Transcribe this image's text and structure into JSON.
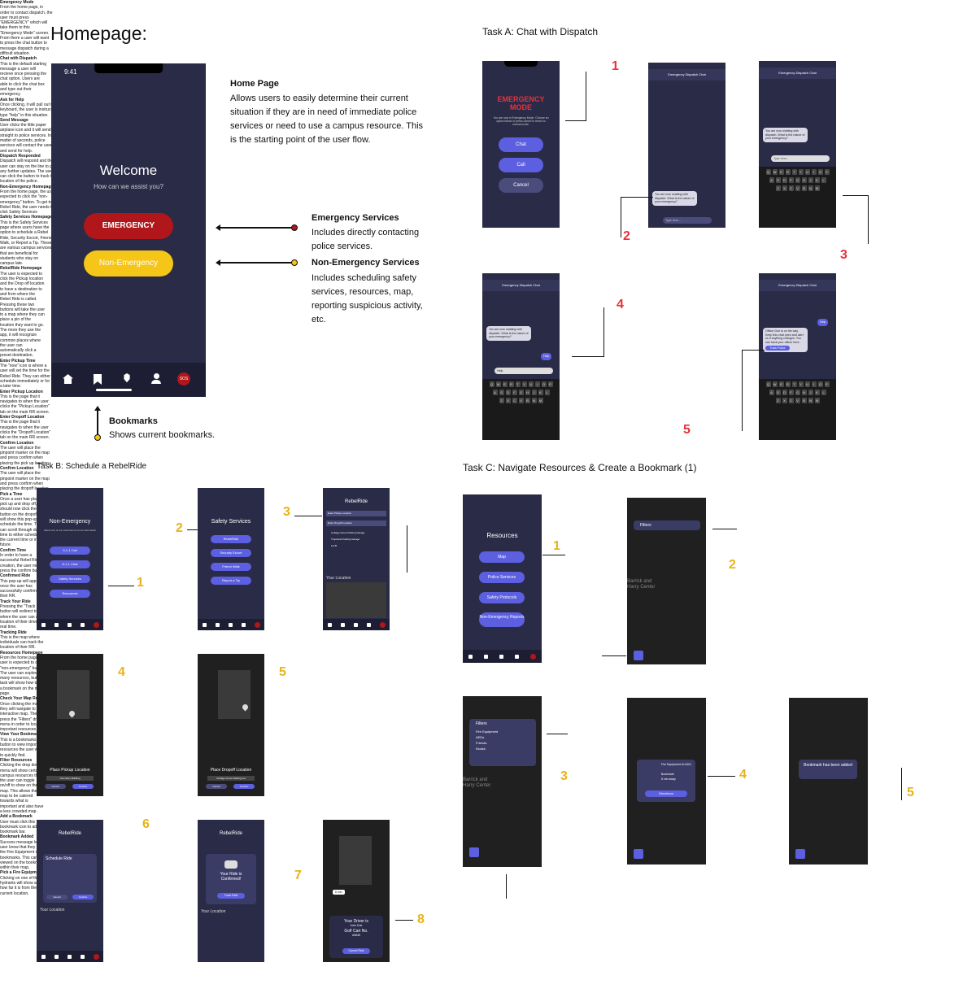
{
  "homepage": {
    "title": "Homepage:",
    "time": "9:41",
    "welcome": "Welcome",
    "subtitle": "How can we assist you?",
    "emergency_btn": "EMERGENCY",
    "nonemergency_btn": "Non-Emergency",
    "sos": "SOS",
    "desc_title": "Home Page",
    "desc_text": "Allows users to easily determine their current situation if they are in need of immediate police services or need to use a campus resource. This is the starting point of the user flow.",
    "em_title": "Emergency Services",
    "em_text": "Includes directly contacting police services.",
    "nem_title": "Non-Emergency Services",
    "nem_text": "Includes scheduling safety services, resources, map, reporting suspicious activity, etc.",
    "bm_title": "Bookmarks",
    "bm_text": "Shows current bookmarks.",
    "colors": {
      "emergency": "#b0161a",
      "nonemergency": "#f5c518",
      "phone": "#2a2b47"
    }
  },
  "taskA": {
    "title": "Task A: Chat with Dispatch",
    "emergency_mode": "EMERGENCY MODE",
    "mode_text": "You are now in Emergency Mode. Choose an option below or press cancel to return to normal mode.",
    "chat": "Chat",
    "call": "Call",
    "cancel": "Cancel",
    "header": "Emergency Dispatch Chat",
    "msg1": "You are now chatting with dispatch. What is the nature of your emergency?",
    "type_here": "Type here...",
    "help": "Help",
    "reply": "Officer Doe is on the way. Keep this chat open and alert us if anything changes. You can track your officer here:",
    "track": "Track Police",
    "n1": "1",
    "a1_title": "Emergency Mode",
    "a1_text": "From the home page, in order to contact dispatch, the user must press \"EMERGENCY\" which will take them to this \"Emergency Mode\" screen. From there a user will want to press the chat button to message dispatch during a difficult situation.",
    "n2": "2",
    "a2_title": "Chat with Dispatch",
    "a2_text": "This is the default starting message a user will recieve once pressing the chat option. Users are able to click the chat box and type out their emergency.",
    "n3": "3",
    "a3_title": "Ask for Help",
    "a3_text": "Once clicking, it will pull out the keyboard, the user is instructed to type \"help\" in this situation.",
    "n4": "4",
    "a4_title": "Send Message",
    "a4_text": "User clicks the little paper airplane icon and it will send straight to police services. In the matter of seconds, police services will contact the user and send for help.",
    "n5": "5",
    "a5_title": "Dispatch Responded",
    "a5_text": "Dispatch will respond and the user can stay on the line to give any further updates. The user can click the button to track the location of the police."
  },
  "taskB": {
    "title": "Task B: Schedule a RebelRide",
    "nonemergency": "Non-Emergency",
    "ne_sub": "Select one of our resources for more information",
    "b1": "9-1-1 Call",
    "b2": "8-1-1 Chat",
    "b3": "Safety Services",
    "b4": "Resources",
    "safety": "Safety Services",
    "s1": "RebelRide",
    "s2": "Security Escort",
    "s3": "Friend Walk",
    "s4": "Report a Tip",
    "rebelride": "RebelRide",
    "pickup_field": "Enter Pickup Location",
    "dropoff_field": "Enter Dropoff Location",
    "now": "Now",
    "opt1": "Cottage Grove Parking Garage",
    "opt2": "Tropicana Parking Garage",
    "opt3": "Lot B",
    "your_location": "Your Location",
    "place_pickup": "Place Pickup Location",
    "place_dropoff": "Place Dropoff Location",
    "chem": "Chemistry Building",
    "cottage": "Cottage Grove Parking Lot",
    "cancel": "Cancel",
    "confirm": "Confirm",
    "schedule": "Schedule Ride",
    "confirmed": "Your Ride is Confirmed!",
    "track_ride": "Track Ride",
    "driver": "Your Driver is",
    "driver_name": "John Doe",
    "golf": "Golf Cart No.",
    "golf_no": "#0845",
    "cancel_ride": "Cancel Ride",
    "eta": "6 min",
    "n1": "1",
    "b1_title": "Non-Emergency Homepage",
    "b1_text": "From the home page, the user is expected to click the \"non-emergency\" button. To get to Rebel Ride, the user needs to click Safety Services",
    "n2": "2",
    "b2_title": "Safety Services Homepage",
    "b2_text": "This is the Safety Services page where users have the option to schedule a Rebel Ride, Security Escort, Friend Walk, or Report a Tip. These are various campus services that are beneficial for students who stay on campus late.",
    "n3": "3",
    "b3_title": "RebelRide Homepage",
    "b3_text": "The user is expected to click the Pickup location and the Drop off location to have a destination to and from where the Rebel Ride is called. Pressing these two buttons will take the user to a map where they can place a pin of the location they want to go. The more they use the app, it will recognize common places where the user can automatically click a preset destination.",
    "pt_title": "Enter Pickup Time",
    "pt_text": "The \"now\" icon is where a user will set the time for the Rebel Ride. They can either schedule immediately or for a later time.",
    "n4": "4",
    "b4_title": "Enter Pickup Location",
    "b4_text": "This is the page that it navigates to when the user clicks the \"Pickup Location\" tab on the main RR screen.",
    "n5": "5",
    "b5_title": "Enter Dropoff Location",
    "b5_text": "This is the page that it navigates to when the user clicks the \"Dropoff Location\" tab on the main RR screen.",
    "cl_title": "Confirm Location",
    "cl_text": "The user will place the pinpoint marker on the map and press confirm when placing the pick up location.",
    "cl2_title": "Confirm Location",
    "cl2_text": "The user will place the pinpoint marker on the map and press confirm when placing the dropoff location.",
    "n6": "6",
    "b6_title": "Pick a Time",
    "b6_text": "Once a user has placed their pick up and drop off, they should now click the \"now\" button on the dropoff where it will show this pop-up to schedule the time. The user can scroll through date and time to either schedule it for the current time or in the future.",
    "ct_title": "Confirm Time",
    "ct_text": "In order to have a successful Rebel Ride creation, the user must press the confirm button.",
    "cr_title": "Confirmed Ride",
    "cr_text": "This pop-up will appear once the user has successfully confirmed their RR.",
    "n7": "7",
    "b7_title": "Track Your Ride",
    "b7_text": "Pressing the \"Track Ride\" button will redirect to a map where the user can see the location of their driver in real time.",
    "n8": "8",
    "b8_title": "Tracking Ride",
    "b8_text": "This is the map where individuals can track the location of their RR."
  },
  "taskC": {
    "title": "Task C: Navigate Resources & Create a Bookmark (1)",
    "resources": "Resources",
    "r1": "Map",
    "r2": "Police Services",
    "r3": "Safety Protocols",
    "r4": "Non-Emergency Reports",
    "filters": "Filters",
    "f1": "Fire Equipment",
    "f2": "AEDs",
    "f3": "Friends",
    "f4": "Kiosks",
    "map_label": "Barrick and Harry Center",
    "fe": "Fire Equipment #LLB24",
    "bookmark": "Bookmark",
    "walk": "5 min away",
    "directions": "Directions",
    "added": "Bookmark has been added",
    "n1": "1",
    "c1_title": "Resources Homepage",
    "c1_text": "From the home page, the user is expected to click the \"non-emergency\" button. The user can explore the many resources, but this task will show how to create a bookmark on the map page.",
    "n2": "2",
    "c2_title": "Check Your Map Resources",
    "c2_text": "Once clicking the map, button, they will navigate to an interactive map. The user must press the \"Filters\" drop down menu in order to locate important resources on the map.",
    "vb_title": "View Your Bookmarks",
    "vb_text": "This is a bookmarks button to view important resources the user wants to quickly find.",
    "n3": "3",
    "c3_title": "Filter Resources",
    "c3_text": "Clicking the drop down menu will show certain campus resources that the user can toggle on/off to show on the map. This allows the map to be catered towards what is important and also have a less crowded map.",
    "n4": "4",
    "c4_title": "Add a Bookmark",
    "c4_text": "User must click this bookmark icon to add to their bookmark bar.",
    "n5": "5",
    "c5_title": "Bookmark Added",
    "c5_text": "Success message letting the user know that they have added the Fire Equipment onto their bookmarks. This can now be viewed on the bookmarks button within their map.",
    "pf_title": "Pick a Fire Equipment",
    "pf_text": "Clicking on one of the fire hydrants will show a popup of how far it is from the user's current location."
  }
}
